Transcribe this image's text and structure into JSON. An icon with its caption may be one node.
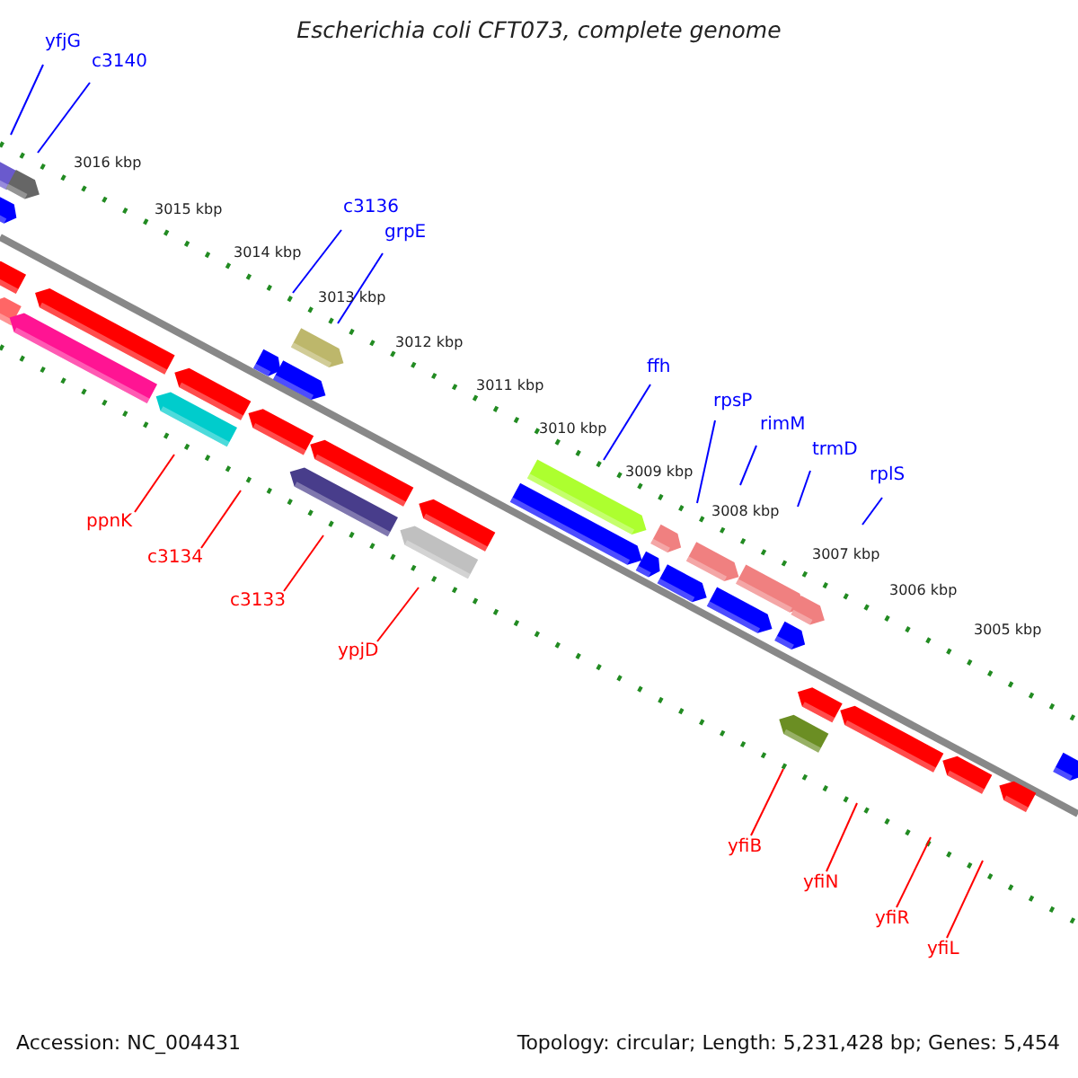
{
  "diagram": {
    "title": "Escherichia coli CFT073, complete genome",
    "nodes": [
      {
        "text": [
          "yfjG"
        ]
      },
      {
        "text": [
          "c3140"
        ]
      },
      {
        "text": [
          "c3136"
        ]
      },
      {
        "text": [
          "grpE"
        ]
      },
      {
        "text": [
          "ffh"
        ]
      },
      {
        "text": [
          "rpsP"
        ]
      },
      {
        "text": [
          "rimM"
        ]
      },
      {
        "text": [
          "trmD"
        ]
      },
      {
        "text": [
          "rplS"
        ]
      },
      {
        "text": [
          "ppnK"
        ]
      },
      {
        "text": [
          "c3134"
        ]
      },
      {
        "text": [
          "c3133"
        ]
      },
      {
        "text": [
          "ypjD"
        ]
      },
      {
        "text": [
          "yfiB"
        ]
      },
      {
        "text": [
          "yfiN"
        ]
      },
      {
        "text": [
          "yfiR"
        ]
      },
      {
        "text": [
          "yfiL"
        ]
      }
    ],
    "edges": [
      {
        "from": 0,
        "to": null,
        "arrow": "none"
      },
      {
        "from": 1,
        "to": null,
        "arrow": "none"
      },
      {
        "from": 2,
        "to": null,
        "arrow": "none"
      },
      {
        "from": 3,
        "to": null,
        "arrow": "none"
      },
      {
        "from": 4,
        "to": null,
        "arrow": "none"
      },
      {
        "from": 5,
        "to": null,
        "arrow": "none"
      },
      {
        "from": 6,
        "to": null,
        "arrow": "none"
      },
      {
        "from": 7,
        "to": null,
        "arrow": "none"
      },
      {
        "from": 8,
        "to": null,
        "arrow": "none"
      },
      {
        "from": 9,
        "to": null,
        "arrow": "none",
        "color": "#ff0000"
      },
      {
        "from": 10,
        "to": null,
        "arrow": "none",
        "color": "#ff0000"
      },
      {
        "from": 11,
        "to": null,
        "arrow": "none",
        "color": "#ff0000"
      },
      {
        "from": 12,
        "to": null,
        "arrow": "none",
        "color": "#ff0000"
      },
      {
        "from": 13,
        "to": null,
        "arrow": "none",
        "color": "#ff0000"
      },
      {
        "from": 14,
        "to": null,
        "arrow": "none",
        "color": "#ff0000"
      },
      {
        "from": 15,
        "to": null,
        "arrow": "none",
        "color": "#ff0000"
      },
      {
        "from": 16,
        "to": null,
        "arrow": "none",
        "color": "#ff0000"
      }
    ],
    "labels": [
      "3016 kbp",
      "3015 kbp",
      "3014 kbp",
      "3013 kbp",
      "3012 kbp",
      "3011 kbp",
      "3010 kbp",
      "3009 kbp",
      "3008 kbp",
      "3007 kbp",
      "3006 kbp",
      "3005 kbp",
      "Accession: NC_004431",
      "Topology: circular; Length: 5,231,428 bp; Genes: 5,454"
    ]
  }
}
